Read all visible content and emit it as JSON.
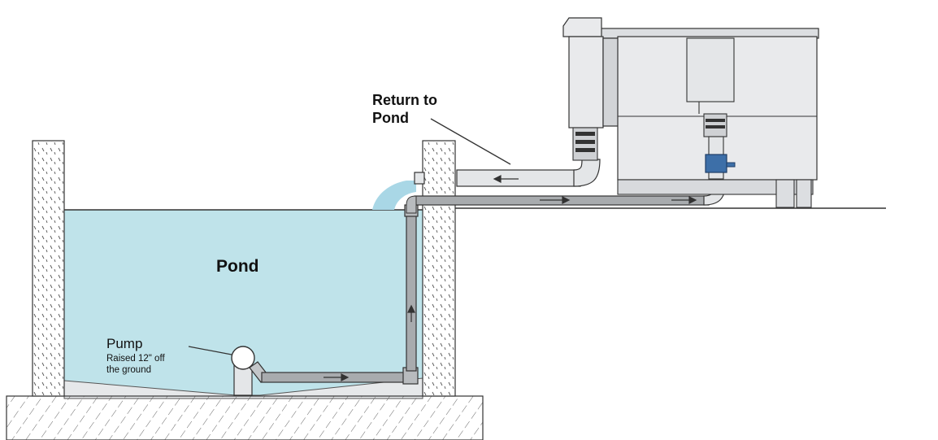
{
  "labels": {
    "return_line1": "Return to",
    "return_line2": "Pond",
    "pond": "Pond",
    "pump": "Pump",
    "pump_note_line1": "Raised 12\" off",
    "pump_note_line2": "the ground"
  },
  "colors": {
    "water": "#bfe3ea",
    "water_splash": "#a9d7e6",
    "pipe": "#a8abae",
    "pipe_light": "#e4e6e8",
    "filter_body": "#e9eaec",
    "filter_shade": "#d2d4d7",
    "union_blue": "#3d6fa8",
    "outline": "#333333"
  },
  "icons": {
    "flow_arrows": "arrow-icon",
    "pump": "pump-icon",
    "filter": "filter-unit-icon"
  }
}
